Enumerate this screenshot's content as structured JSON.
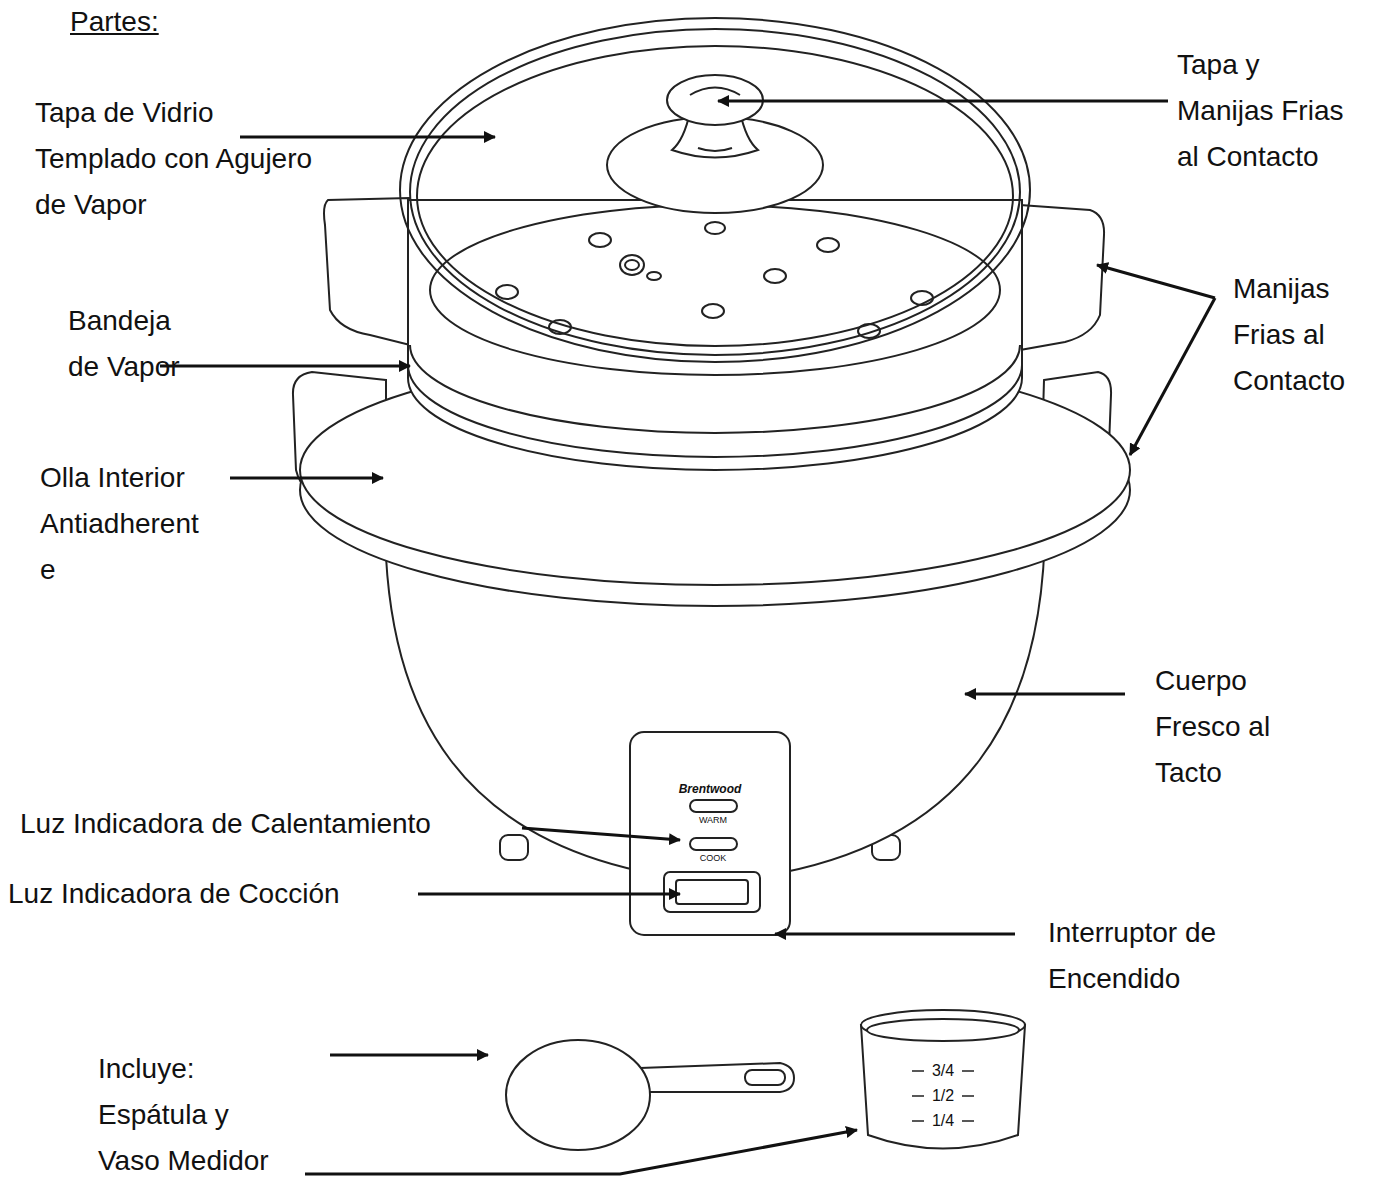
{
  "diagram": {
    "title": "Partes:",
    "labels": [
      "Tapa de Vidrio Templado con Agujero de Vapor",
      "Tapa y Manijas Frias al Contacto",
      "Manijas Frias al Contacto",
      "Bandeja de Vapor",
      "Olla Interior Antiadherent e",
      "Cuerpo Fresco al Tacto",
      "Brentwood",
      "WARM",
      "COOK",
      "Luz Indicadora de Calentamiento",
      "Luz Indicadora de Cocción",
      "Interruptor de Encendido",
      "Incluye: Espátula y Vaso Medidor",
      "3/4",
      "1/2",
      "1/4"
    ]
  }
}
